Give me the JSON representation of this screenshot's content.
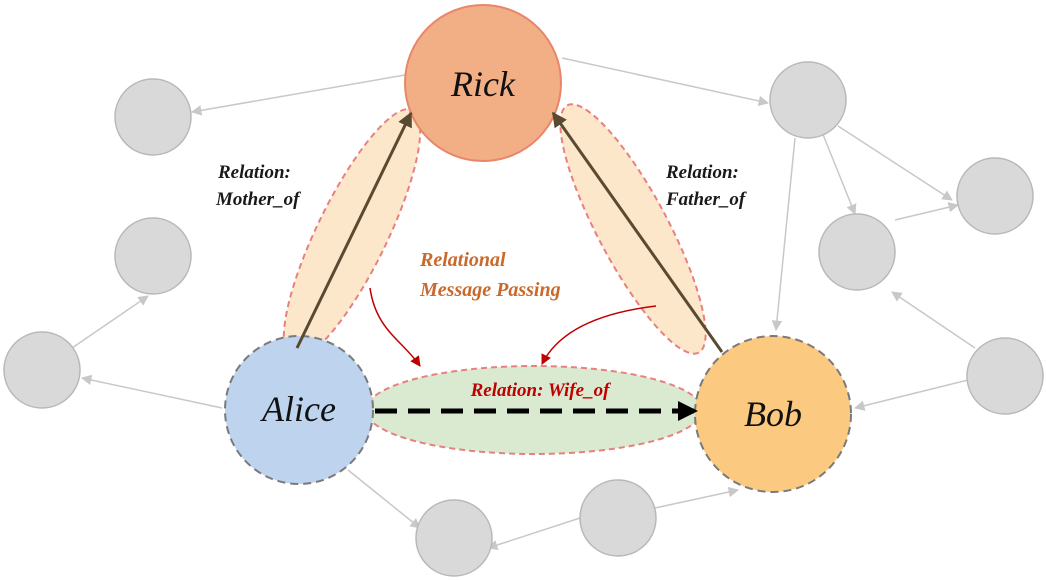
{
  "nodes": {
    "rick": {
      "label": "Rick",
      "fill": "#f2ae85",
      "stroke": "#e8866a"
    },
    "alice": {
      "label": "Alice",
      "fill": "#bdd3ee",
      "stroke": "#7a7a7a"
    },
    "bob": {
      "label": "Bob",
      "fill": "#fcc981",
      "stroke": "#7a7a7a"
    },
    "background_fill": "#d9d9d9",
    "background_stroke": "#b8b8b8"
  },
  "relations": {
    "mother_of": {
      "line1": "Relation:",
      "line2": "Mother_of"
    },
    "father_of": {
      "line1": "Relation:",
      "line2": "Father_of"
    },
    "wife_of": {
      "label": "Relation: Wife_of"
    }
  },
  "message_passing": {
    "line1": "Relational",
    "line2": "Message Passing"
  },
  "colors": {
    "relation_text": "#1a1a1a",
    "message_passing_text": "#c9692c",
    "wife_of_text": "#c00000",
    "ellipse_fill_orange": "#fbe3c2",
    "ellipse_fill_green": "#d9ead0",
    "ellipse_stroke": "#e88080",
    "solid_edge": "#5a4a32",
    "curve_arrow": "#c00000",
    "gray_edge": "#c8c8c8"
  }
}
